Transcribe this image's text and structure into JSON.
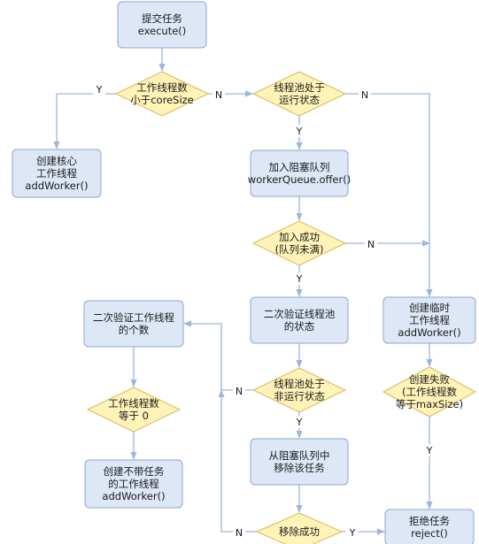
{
  "nodes": {
    "submit": {
      "lines": [
        "提交任务",
        "execute()"
      ]
    },
    "check_core": {
      "lines": [
        "工作线程数",
        "小于coreSize"
      ]
    },
    "check_running": {
      "lines": [
        "线程池处于",
        "运行状态"
      ]
    },
    "add_core": {
      "lines": [
        "创建核心",
        "工作线程",
        "addWorker()"
      ]
    },
    "enqueue": {
      "lines": [
        "加入阻塞队列",
        "workerQueue.offer()"
      ]
    },
    "enqueue_ok": {
      "lines": [
        "加入成功",
        "(队列未满)"
      ]
    },
    "recheck_pool": {
      "lines": [
        "二次验证线程池",
        "的状态"
      ]
    },
    "recheck_count": {
      "lines": [
        "二次验证工作线程",
        "的个数"
      ]
    },
    "count_zero": {
      "lines": [
        "工作线程数",
        "等于 0"
      ]
    },
    "add_empty": {
      "lines": [
        "创建不带任务",
        "的工作线程",
        "addWorker()"
      ]
    },
    "not_running": {
      "lines": [
        "线程池处于",
        "非运行状态"
      ]
    },
    "remove_task": {
      "lines": [
        "从阻塞队列中",
        "移除该任务"
      ]
    },
    "remove_ok": {
      "lines": [
        "移除成功"
      ]
    },
    "add_temp": {
      "lines": [
        "创建临时",
        "工作线程",
        "addWorker()"
      ]
    },
    "create_fail": {
      "lines": [
        "创建失败",
        "(工作线程数",
        "等于maxSize)"
      ]
    },
    "reject": {
      "lines": [
        "拒绝任务",
        "reject()"
      ]
    }
  },
  "edge_labels": {
    "core_yes": "Y",
    "core_no": "N",
    "running_yes": "Y",
    "running_no": "N",
    "enqueue_yes": "Y",
    "enqueue_no": "N",
    "notrun_yes": "Y",
    "notrun_no": "N",
    "remove_yes": "Y",
    "remove_no": "N",
    "fail_yes": "Y"
  }
}
